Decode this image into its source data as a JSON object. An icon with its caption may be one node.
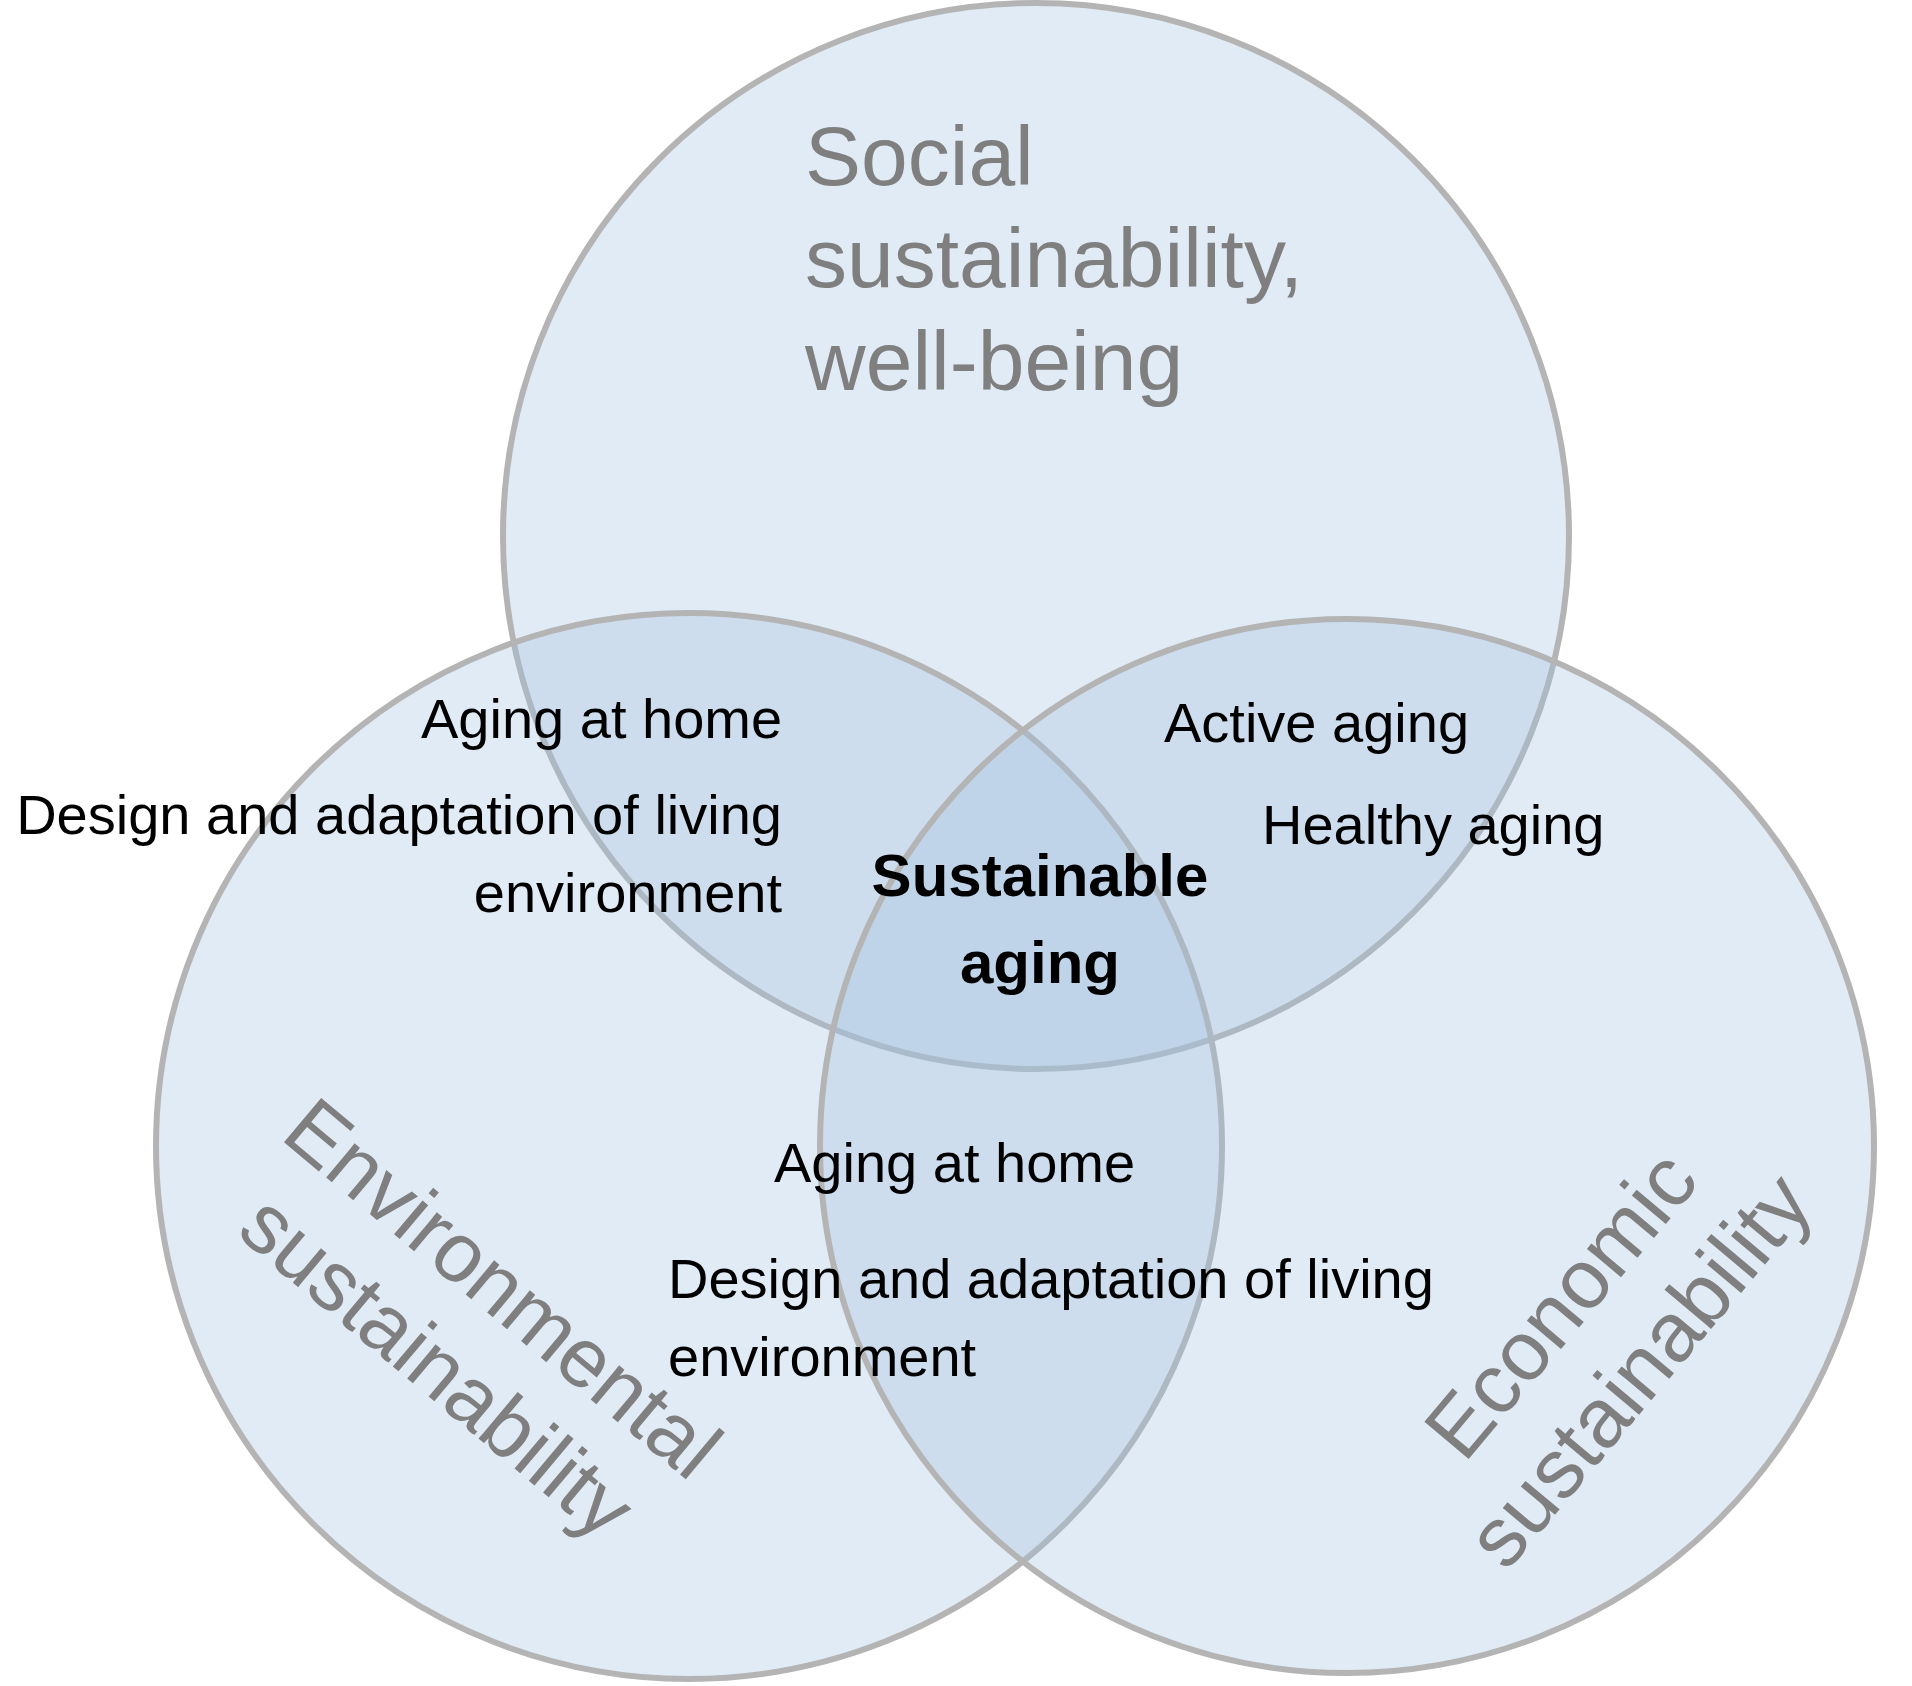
{
  "diagram": {
    "nodes": [
      {
        "text": [
          "Social sustainability, well-being"
        ]
      },
      {
        "text": [
          "Environmental sustainability"
        ]
      },
      {
        "text": [
          "Economic sustainability"
        ]
      }
    ],
    "edges": [],
    "labels": [
      "Aging at home",
      "Design and adaptation of living environment",
      "Active aging",
      "Healthy aging",
      "Sustainable aging",
      "Aging at home",
      "Design and adaptation of living environment"
    ]
  }
}
